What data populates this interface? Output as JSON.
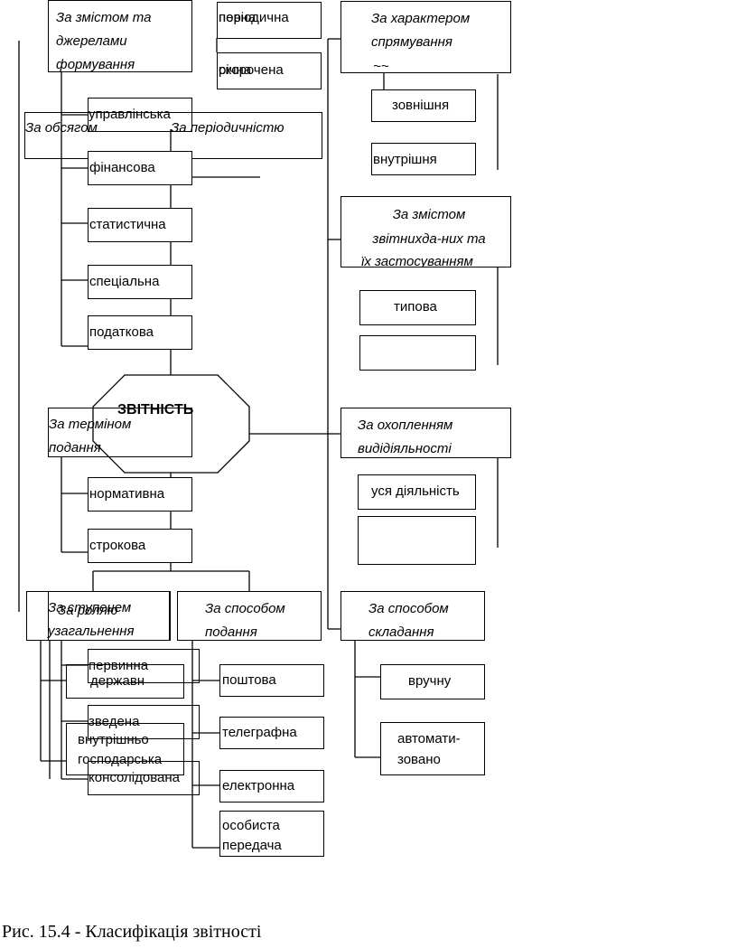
{
  "center": "ЗВІТНІСТЬ",
  "left": {
    "content_group": "За змістом та джерелами формування",
    "volume": "За обсягом",
    "periodicity": "За періодичністю",
    "items": [
      "управлінська",
      "фінансова",
      "статистична",
      "спеціальна",
      "податкова"
    ],
    "periodic_1": "періодична",
    "periodic_1_overlap": "повна",
    "periodic_2": "скорочена",
    "periodic_2_overlap": "річна",
    "term": "За терміном подання",
    "term_items": [
      "нормативна",
      "строкова"
    ]
  },
  "bottom": {
    "generalization": "За ступенем узагальнення",
    "role": "За роллю",
    "gen_items": [
      "первинна",
      "зведена",
      "консолідована"
    ],
    "role_items": [
      "державн",
      "внутрішньо господарська"
    ],
    "method": "За способом подання",
    "method_items": [
      "поштова",
      "телеграфна",
      "електронна",
      "особиста передача"
    ]
  },
  "right": {
    "direction": "За характером спрямування",
    "direction_cut": "~~",
    "direction_items": [
      "зовнішня",
      "внутрішня"
    ],
    "content": "За змістом звітнихда-них та",
    "content_cut": "їх застосуванням",
    "content_items": [
      "типова",
      ""
    ],
    "coverage": "За охопленням видідіяльності",
    "coverage_items": [
      "уся діяльність",
      ""
    ],
    "compilation": "За способом складання",
    "compilation_items": [
      "вручну",
      "автомати-зовано"
    ]
  },
  "caption": "Рис. 15.4 - Класифікація звітності"
}
